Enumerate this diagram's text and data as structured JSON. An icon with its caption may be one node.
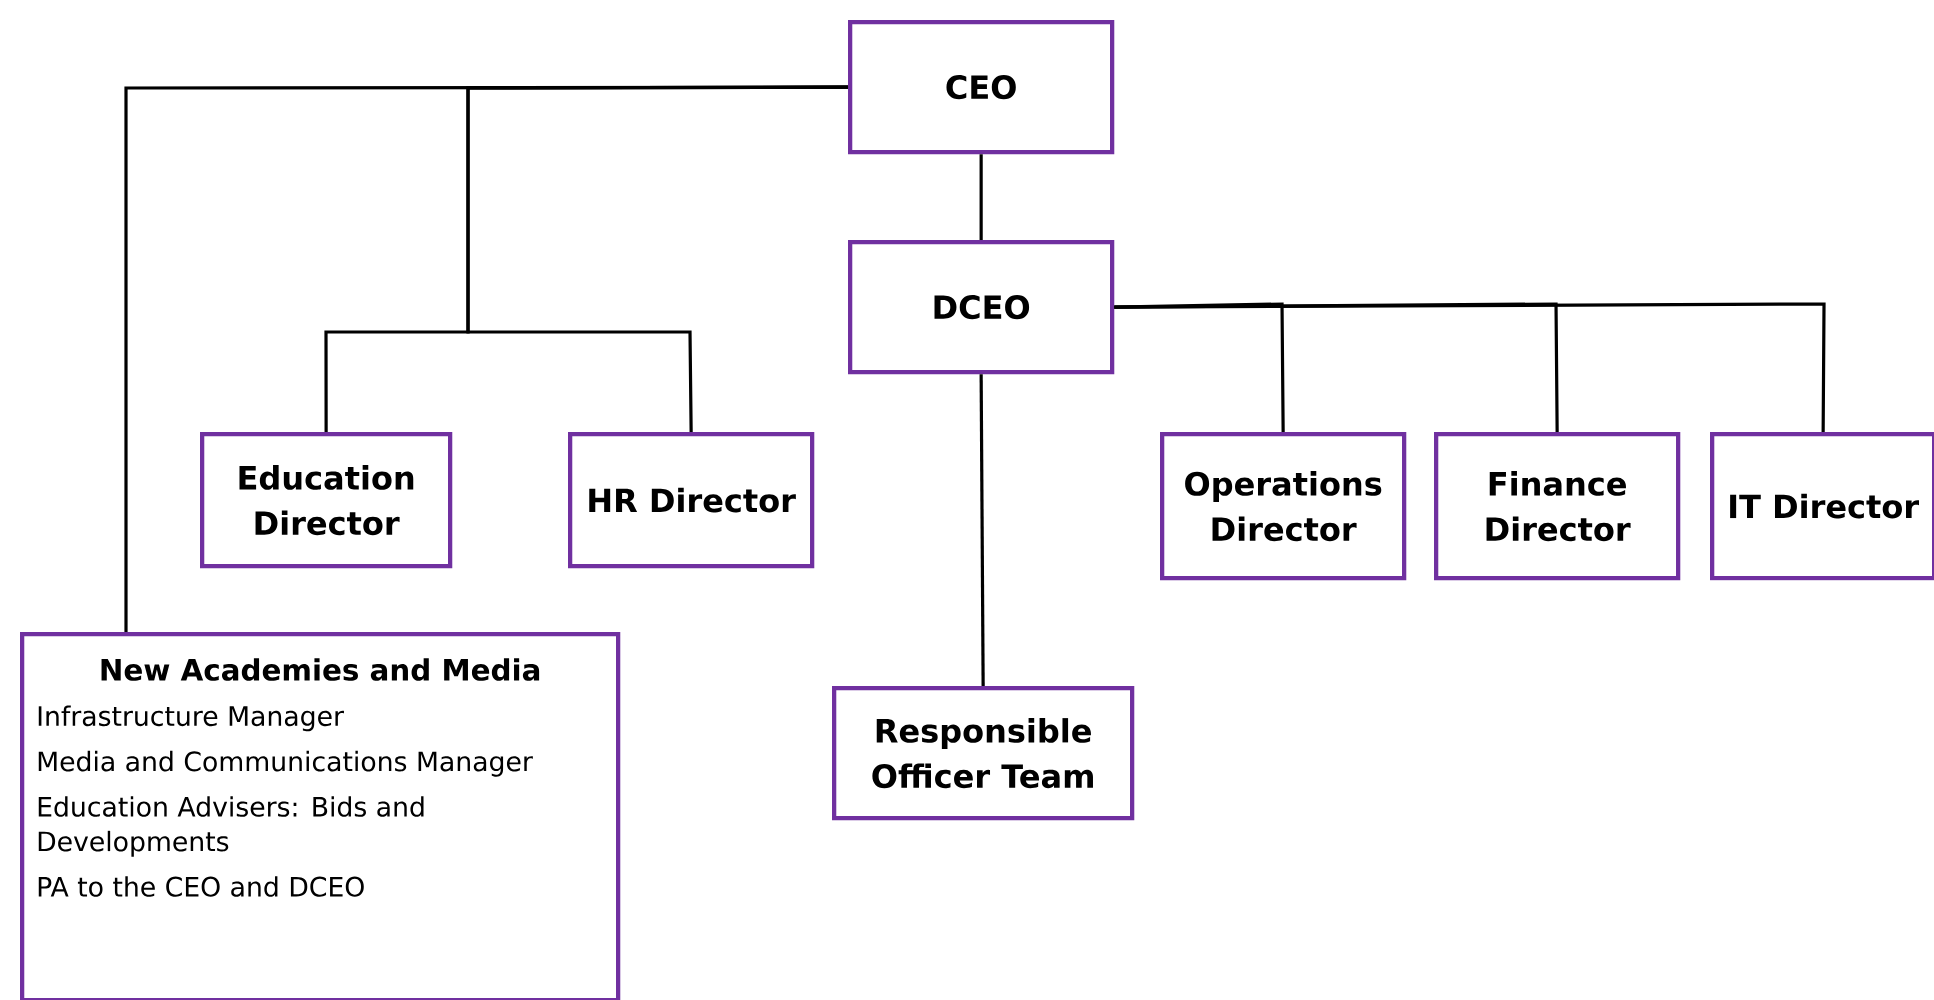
{
  "diagram": {
    "nodes": [
      {
        "text": [
          "CEO"
        ]
      },
      {
        "text": [
          "DCEO"
        ]
      },
      {
        "text": [
          "Education Director"
        ]
      },
      {
        "text": [
          "HR Director"
        ]
      },
      {
        "text": [
          "Operations Director"
        ]
      },
      {
        "text": [
          "Finance Director"
        ]
      },
      {
        "text": [
          "IT Director"
        ]
      },
      {
        "text": [
          "New Academies and Media",
          "Infrastructure Manager",
          "Media and Communications Manager",
          "Education Advisers: Bids and Developments",
          "PA to the CEO and DCEO"
        ]
      },
      {
        "text": [
          "Responsible Officer Team"
        ]
      }
    ],
    "edges": [
      {
        "from": 0,
        "to": 1,
        "arrow": "none"
      },
      {
        "from": 0,
        "to": 2,
        "arrow": "none"
      },
      {
        "from": 0,
        "to": 3,
        "arrow": "none"
      },
      {
        "from": 0,
        "to": 7,
        "arrow": "none"
      },
      {
        "from": 1,
        "to": 4,
        "arrow": "none"
      },
      {
        "from": 1,
        "to": 5,
        "arrow": "none"
      },
      {
        "from": 1,
        "to": 6,
        "arrow": "none"
      },
      {
        "from": 1,
        "to": 8,
        "arrow": "none"
      }
    ]
  }
}
